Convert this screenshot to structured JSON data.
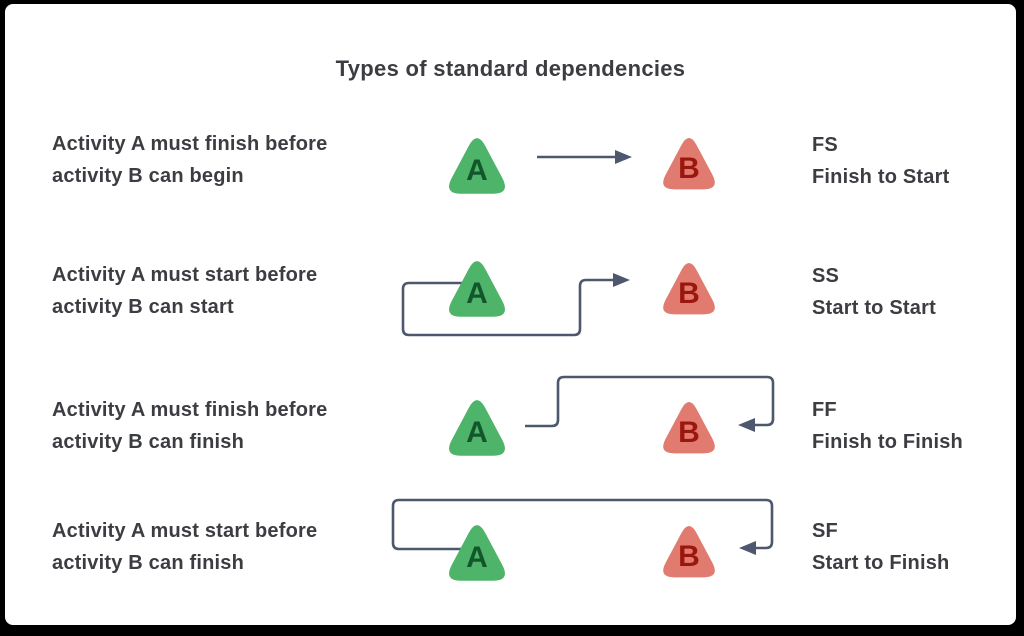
{
  "title": "Types of standard dependencies",
  "nodes": {
    "a_label": "A",
    "b_label": "B"
  },
  "colors": {
    "background": "#000000",
    "card": "#ffffff",
    "text": "#3c3d42",
    "node_a_fill": "#4db469",
    "node_a_text": "#14562b",
    "node_b_fill": "#e17b70",
    "node_b_text": "#9b170e",
    "connector": "#4d586e"
  },
  "rows": [
    {
      "type": "finish-to-start",
      "desc_line1": "Activity A must finish before",
      "desc_line2": "activity B can begin",
      "code": "FS",
      "code_name": "Finish to Start"
    },
    {
      "type": "start-to-start",
      "desc_line1": "Activity A must start before",
      "desc_line2": "activity B can start",
      "code": "SS",
      "code_name": "Start to Start"
    },
    {
      "type": "finish-to-finish",
      "desc_line1": "Activity A must finish before",
      "desc_line2": "activity B can finish",
      "code": "FF",
      "code_name": "Finish to Finish"
    },
    {
      "type": "start-to-finish",
      "desc_line1": "Activity A must start before",
      "desc_line2": "activity B can finish",
      "code": "SF",
      "code_name": "Start to Finish"
    }
  ]
}
